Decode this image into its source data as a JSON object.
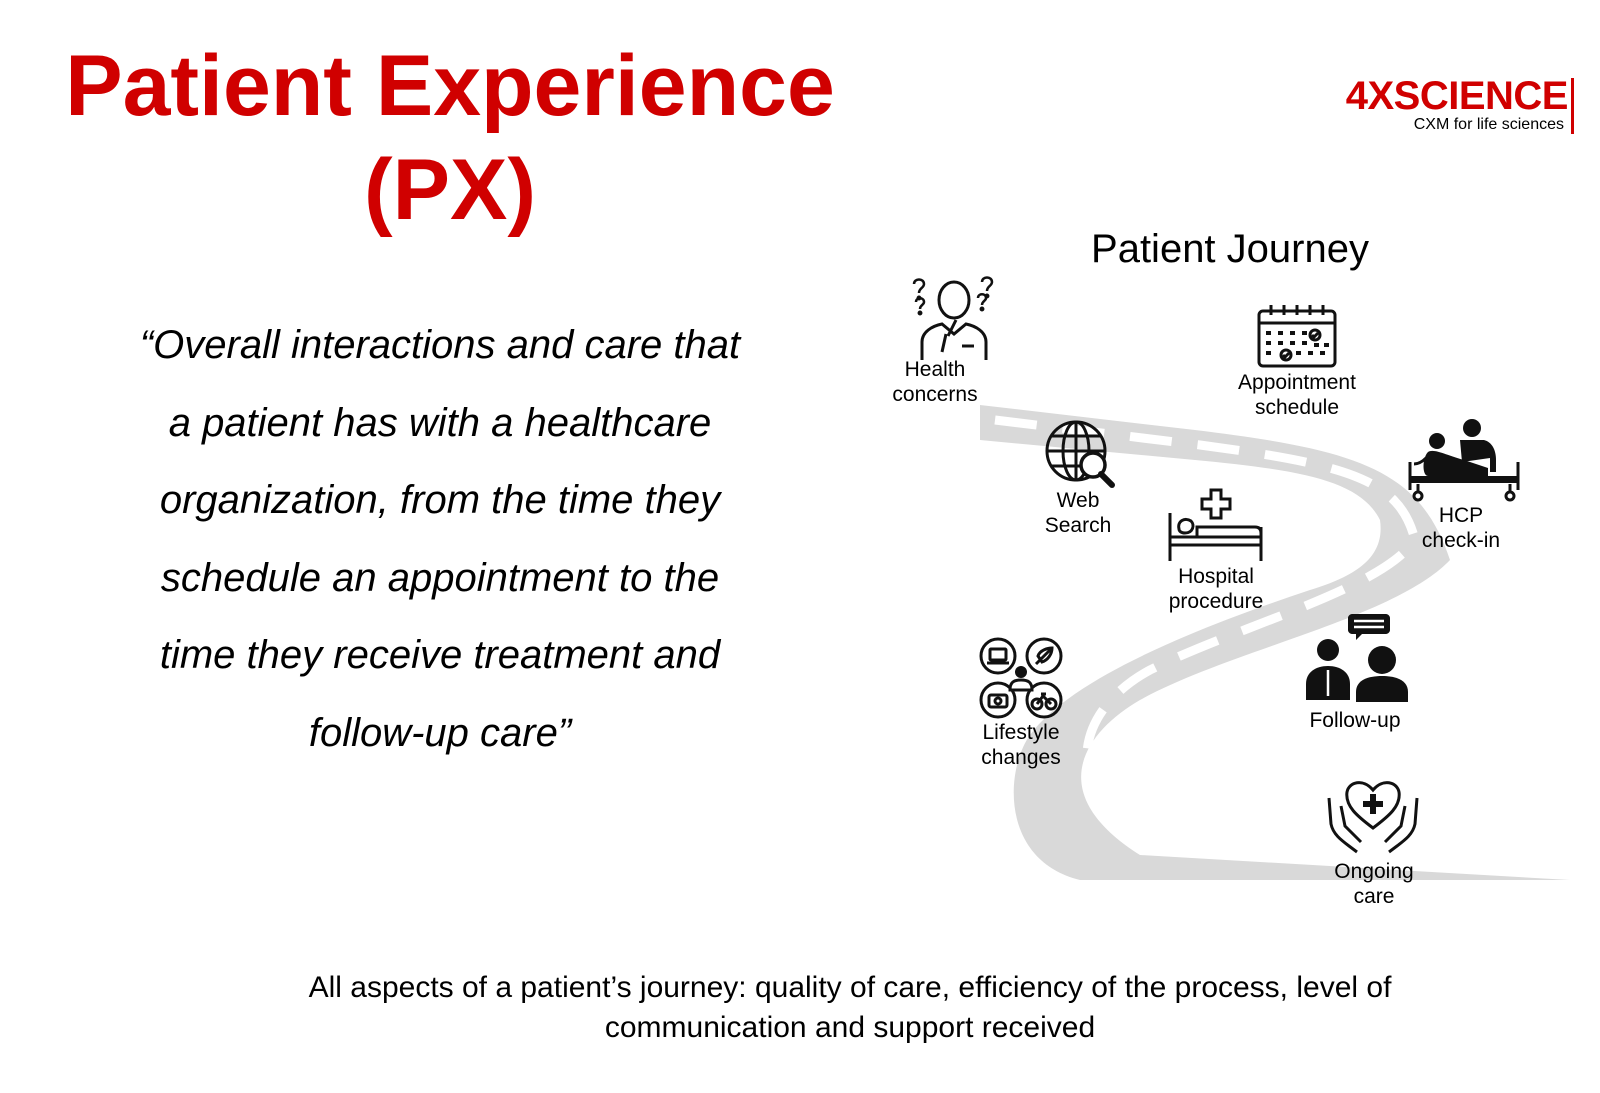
{
  "title": {
    "line1": "Patient Experience",
    "line2": "(PX)"
  },
  "logo": {
    "name": "4XSCIENCE",
    "tagline": "CXM for life sciences"
  },
  "quote": {
    "lines": [
      "“Overall interactions and care that",
      "a patient has with a healthcare",
      "organization, from the time they",
      "schedule an appointment to the",
      "time they receive treatment and",
      "follow-up care”"
    ]
  },
  "journey": {
    "title": "Patient Journey",
    "steps": [
      {
        "icon": "thinking-person-icon",
        "line1": "Health",
        "line2": "concerns"
      },
      {
        "icon": "calendar-icon",
        "line1": "Appointment",
        "line2": "schedule"
      },
      {
        "icon": "globe-search-icon",
        "line1": "Web",
        "line2": "Search"
      },
      {
        "icon": "hospital-bed-icon",
        "line1": "Hospital",
        "line2": "procedure"
      },
      {
        "icon": "patient-bed-doctor-icon",
        "line1": "HCP",
        "line2": "check-in"
      },
      {
        "icon": "lifestyle-icon",
        "line1": "Lifestyle",
        "line2": "changes"
      },
      {
        "icon": "consultation-icon",
        "line1": "Follow-up",
        "line2": ""
      },
      {
        "icon": "heart-hands-icon",
        "line1": "Ongoing",
        "line2": "care"
      }
    ]
  },
  "footer": {
    "line1": "All aspects of a patient’s journey: quality of care, efficiency of the process, level of",
    "line2": "communication and support received"
  },
  "colors": {
    "accent": "#d00000",
    "road": "#d9d9d9",
    "road_marking": "#ffffff",
    "icon": "#111111"
  }
}
